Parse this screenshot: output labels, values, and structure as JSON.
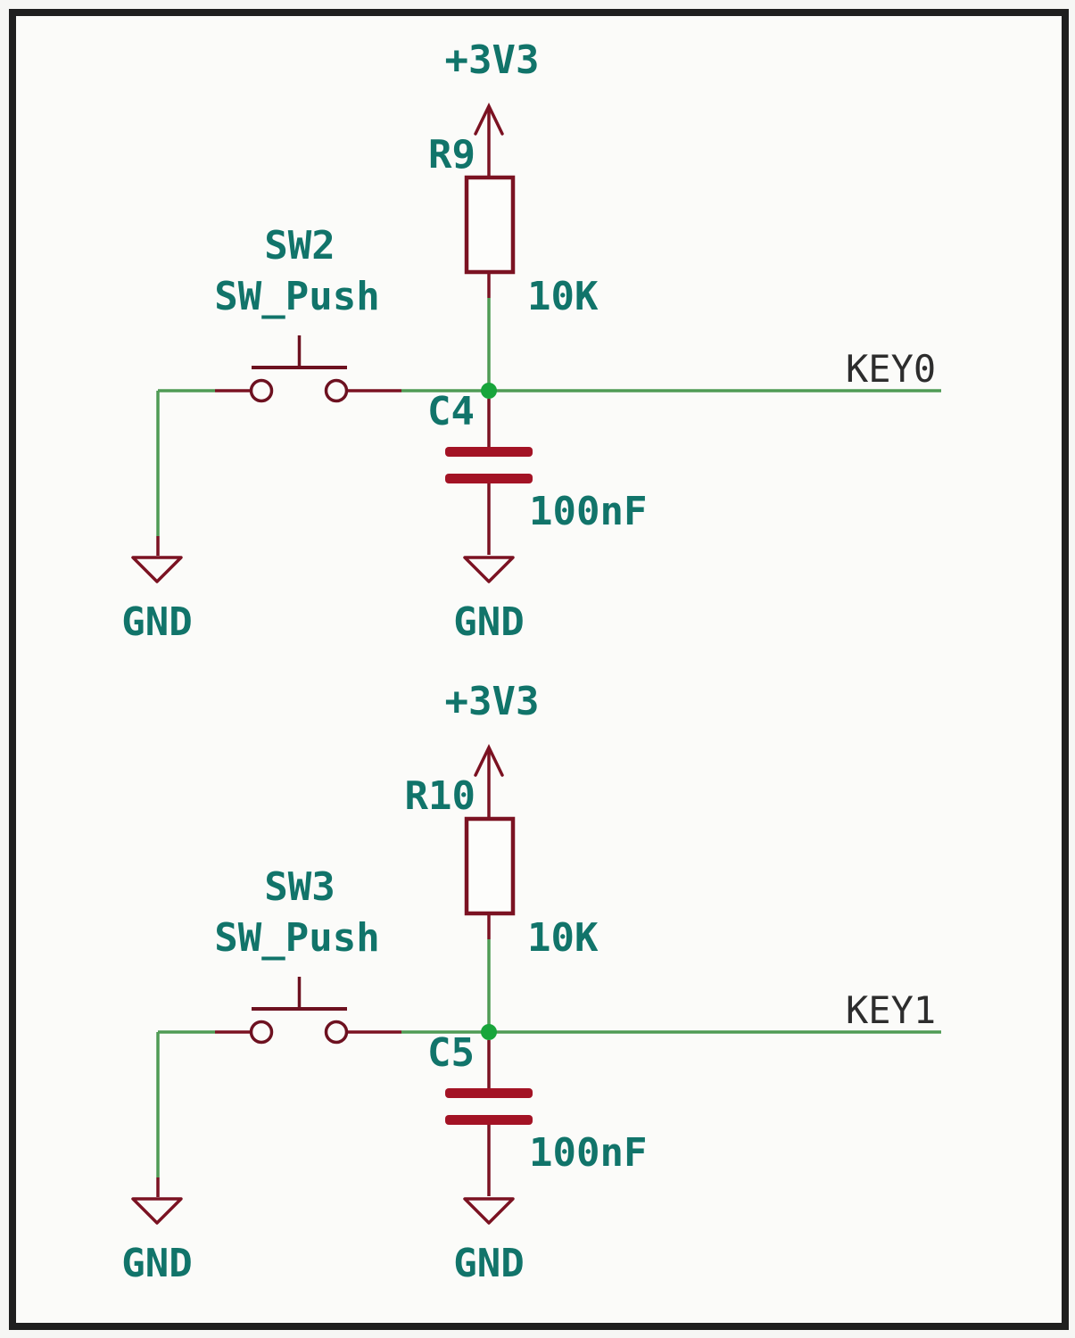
{
  "diagram": {
    "type": "schematic",
    "description": "Two push-button key input circuits with pull-up resistor and debounce capacitor",
    "colors": {
      "frame": "#1f1f1f",
      "background": "#fbfbf9",
      "wire_green": "#4f9b55",
      "junction_green": "#18a53b",
      "symbol_dark_red": "#7b1222",
      "capacitor_plate_red": "#a31325",
      "component_label_teal": "#11746a",
      "net_label_black": "#2d2d2d"
    },
    "circuits": [
      {
        "power_net": "+3V3",
        "resistor_ref": "R9",
        "resistor_value": "10K",
        "switch_ref": "SW2",
        "switch_value": "SW_Push",
        "capacitor_ref": "C4",
        "capacitor_value": "100nF",
        "net_label": "KEY0",
        "gnd_left": "GND",
        "gnd_right": "GND"
      },
      {
        "power_net": "+3V3",
        "resistor_ref": "R10",
        "resistor_value": "10K",
        "switch_ref": "SW3",
        "switch_value": "SW_Push",
        "capacitor_ref": "C5",
        "capacitor_value": "100nF",
        "net_label": "KEY1",
        "gnd_left": "GND",
        "gnd_right": "GND"
      }
    ]
  }
}
